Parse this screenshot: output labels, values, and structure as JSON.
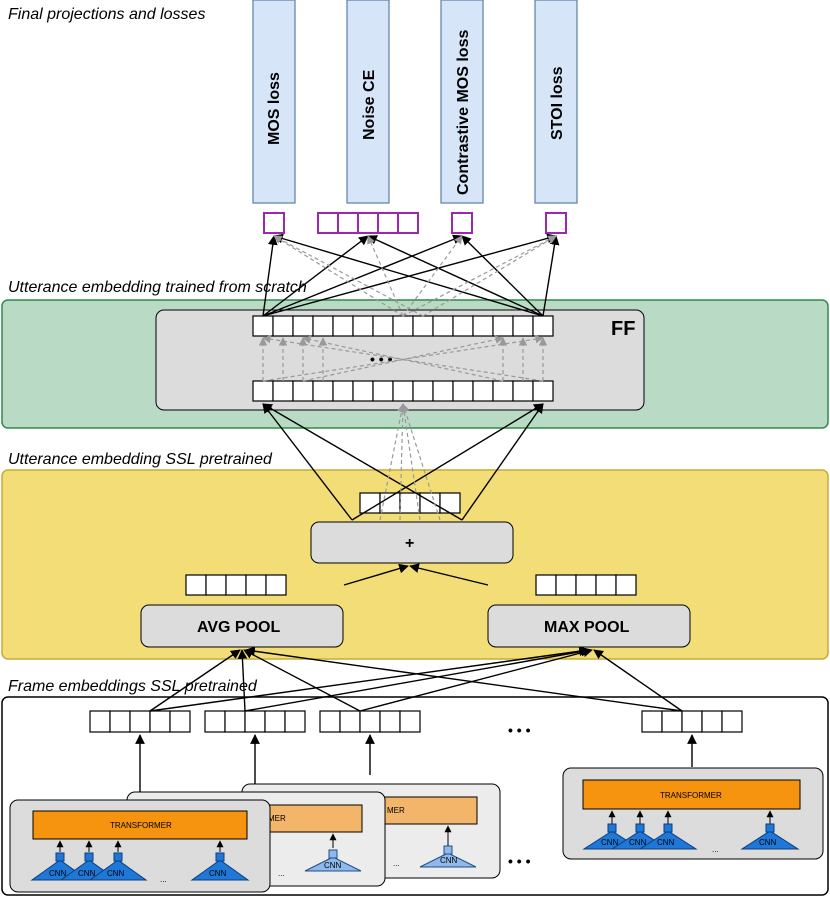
{
  "sections": {
    "final": "Final projections and losses",
    "scratch": "Utterance embedding trained from scratch",
    "ssl_utt": "Utterance embedding SSL pretrained",
    "ssl_frame": "Frame embeddings SSL pretrained"
  },
  "losses": [
    "MOS loss",
    "Noise CE",
    "Contrastive MOS loss",
    "STOI loss"
  ],
  "ff_label": "FF",
  "ff_dots": "• • •",
  "plus_label": "+",
  "avg_pool": "AVG POOL",
  "max_pool": "MAX POOL",
  "transformer_label": "TRANSFORMER",
  "transformer_partial": "MER",
  "cnn_label": "CNN",
  "ellipsis": "...",
  "frame_dots": "• • •",
  "colors": {
    "loss_fill": "#d6e6f8",
    "loss_stroke": "#5a7fa8",
    "purple": "#9c27b0",
    "green_bg": "#b9dbc5",
    "green_stroke": "#2e8b4a",
    "yellow_bg": "#f2dd77",
    "yellow_stroke": "#c9a93a",
    "grey_box": "#dcdcdc",
    "transformer": "#f6930f",
    "cnn_dark": "#1f78d8",
    "cnn_light": "#8fb9ea"
  }
}
